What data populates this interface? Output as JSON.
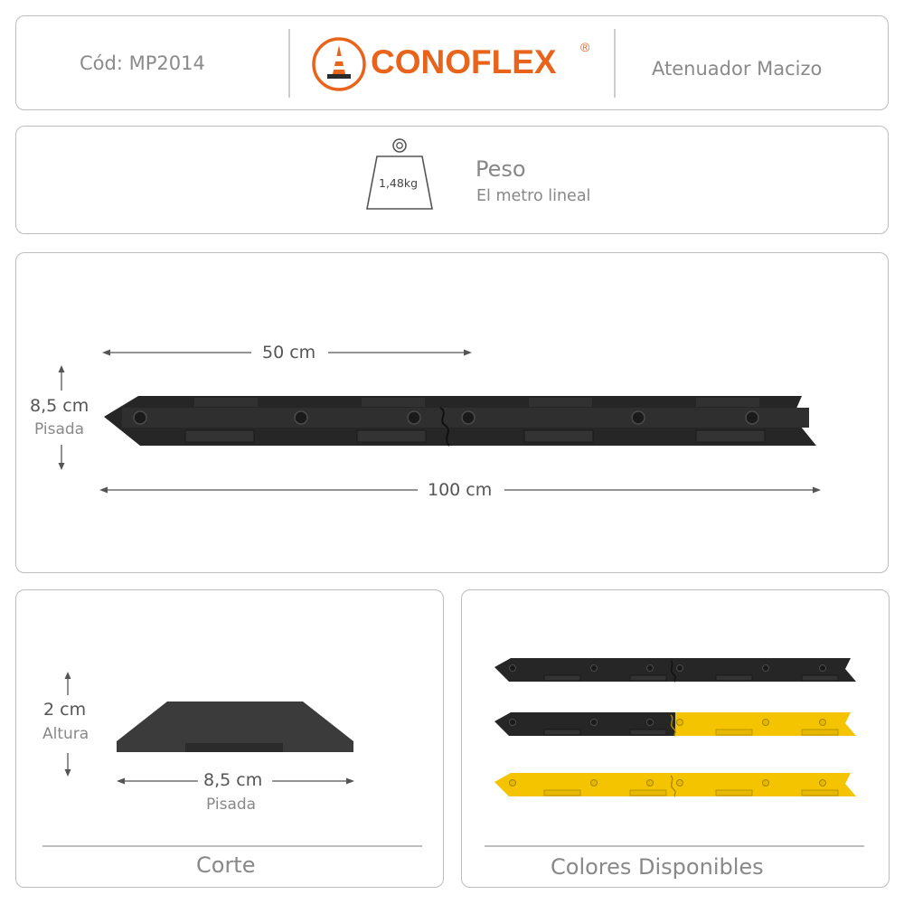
{
  "header": {
    "code": "Cód: MP2014",
    "brand": "CONOFLEX",
    "registered": "®",
    "product": "Atenuador Macizo"
  },
  "weight": {
    "value": "1,48kg",
    "title": "Peso",
    "subtitle": "El metro lineal"
  },
  "dimensions": {
    "half_length": "50 cm",
    "full_length": "100 cm",
    "width": "8,5 cm",
    "width_label": "Pisada"
  },
  "section": {
    "height": "2 cm",
    "height_label": "Altura",
    "width": "8,5 cm",
    "width_label": "Pisada",
    "caption": "Corte"
  },
  "colors": {
    "caption": "Colores Disponibles",
    "variants": [
      {
        "name": "negro",
        "left": "#2b2b2b",
        "right": "#2b2b2b"
      },
      {
        "name": "negro-amarillo",
        "left": "#2b2b2b",
        "right": "#f5c400"
      },
      {
        "name": "amarillo",
        "left": "#f5c400",
        "right": "#f5c400"
      }
    ]
  },
  "palette": {
    "brand_orange": "#e8641c",
    "rubber_black": "#2b2b2b",
    "safety_yellow": "#f5c400"
  }
}
